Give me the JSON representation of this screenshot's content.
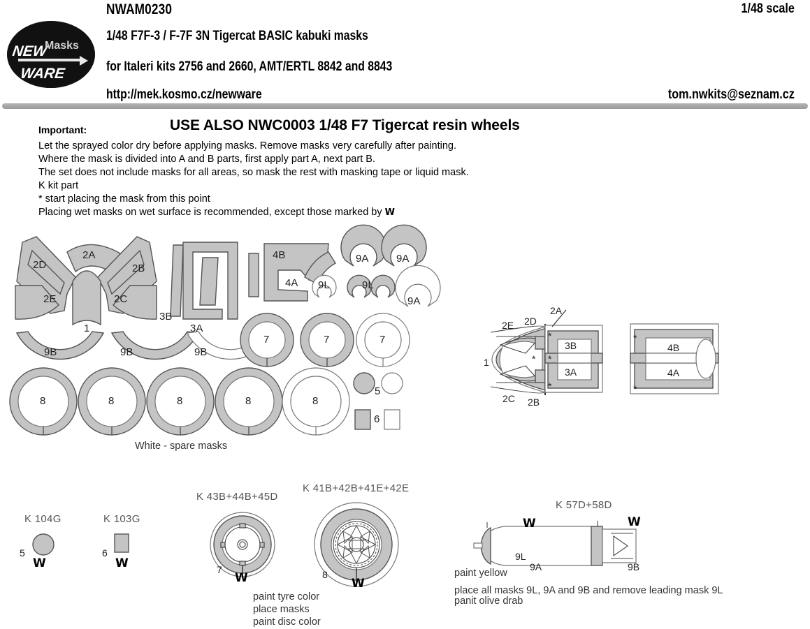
{
  "header": {
    "product_code": "NWAM0230",
    "scale": "1/48 scale",
    "title_line1": "1/48 F7F-3 / F-7F 3N Tigercat BASIC kabuki masks",
    "title_line2": "for Italeri kits 2756 and 2660, AMT/ERTL 8842 and 8843",
    "website": "http://mek.kosmo.cz/newware",
    "email": "tom.nwkits@seznam.cz",
    "logo_top": "NEW",
    "logo_bottom": "WARE",
    "logo_side": "Masks"
  },
  "info": {
    "important_label": "Important:",
    "use_also": "USE ALSO NWC0003 1/48 F7 Tigercat resin wheels",
    "lines": [
      "Let the sprayed color dry before applying masks. Remove masks very carefully after painting.",
      "Where the mask is divided into A and B parts, first apply part A, next part B.",
      "The set does not include masks for all areas, so mask the rest with masking tape or liquid mask.",
      "K kit part",
      "*  start placing the mask from this point"
    ],
    "wet_line_prefix": "Placing wet masks on wet surface is recommended, except those marked by ",
    "wet_glyph": "W"
  },
  "sheet": {
    "spare_caption": "White - spare masks",
    "labels": {
      "m2D": "2D",
      "m2A": "2A",
      "m2B": "2B",
      "m2E": "2E",
      "m2C": "2C",
      "m1": "1",
      "m3B": "3B",
      "m3A": "3A",
      "m4B": "4B",
      "m4A": "4A",
      "m9A1": "9A",
      "m9A2": "9A",
      "m9A3": "9A",
      "m9L1": "9L",
      "m9L2": "9L",
      "m9B1": "9B",
      "m9B2": "9B",
      "m9B3": "9B",
      "m7a": "7",
      "m7b": "7",
      "m7c": "7",
      "m8a": "8",
      "m8b": "8",
      "m8c": "8",
      "m8d": "8",
      "m8e": "8",
      "m5": "5",
      "m6": "6"
    }
  },
  "canopy_diagram": {
    "labels": {
      "p2E": "2E",
      "p2D": "2D",
      "p2A": "2A",
      "p1": "1",
      "p2C": "2C",
      "p2B": "2B",
      "p3B": "3B",
      "p3A": "3A",
      "p4B": "4B",
      "p4A": "4A"
    },
    "star": "*"
  },
  "small_parts": [
    {
      "kit": "K 104G",
      "number": "5",
      "wet": "W",
      "shape": "circle"
    },
    {
      "kit": "K 103G",
      "number": "6",
      "wet": "W",
      "shape": "rect"
    }
  ],
  "wheels": {
    "main": {
      "kit": "K 43B+44B+45D",
      "number": "7",
      "wet": "W"
    },
    "big": {
      "kit": "K 41B+42B+41E+42E",
      "number": "8",
      "wet": "W"
    },
    "notes": [
      "paint tyre color",
      "place masks",
      "paint disc color"
    ]
  },
  "tank": {
    "kit": "K 57D+58D",
    "marks": {
      "front": "9L",
      "mid": "9A",
      "rear": "9B",
      "wet_left": "W",
      "wet_right": "W"
    },
    "notes": [
      "paint yellow",
      "place all masks 9L, 9A and 9B and remove leading mask 9L",
      "panit olive drab"
    ]
  },
  "colors": {
    "mask_gray": "#c4c4c4",
    "outline": "#555555",
    "rule_gray": "#a8a8a8",
    "logo_black": "#111111"
  }
}
